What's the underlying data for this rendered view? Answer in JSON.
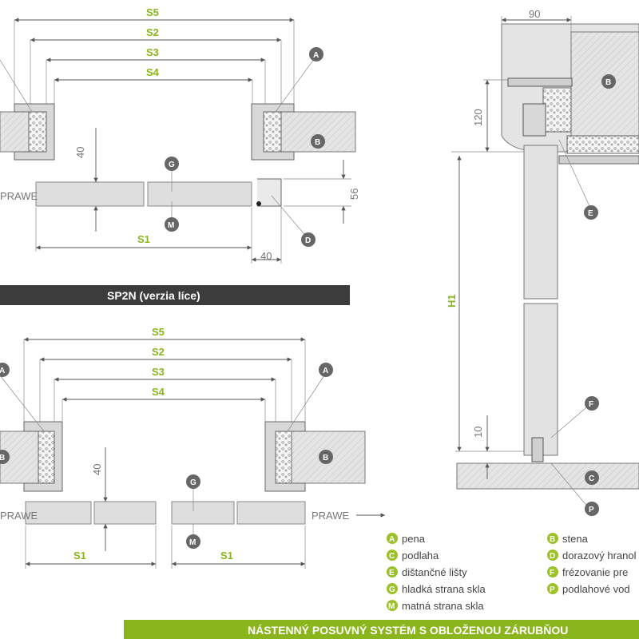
{
  "colors": {
    "accent": "#9cc12b",
    "dark_bar": "#3c3c3c",
    "green_bar": "#8ab51c"
  },
  "top_plan": {
    "dims": [
      "S5",
      "S2",
      "S3",
      "S4",
      "S1"
    ],
    "numbers": {
      "d40": "40",
      "d56": "56",
      "d40b": "40"
    },
    "prawe": "PRAWE"
  },
  "section_bar": "SP2N (verzia líce)",
  "bottom_plan": {
    "dims": [
      "S5",
      "S2",
      "S3",
      "S4",
      "S1",
      "S1"
    ],
    "number_40": "40",
    "prawe_left": "PRAWE",
    "prawe_right": "PRAWE"
  },
  "side_section": {
    "dim_90": "90",
    "dim_120": "120",
    "dim_h1": "H1",
    "dim_10": "10"
  },
  "markers": {
    "A": "A",
    "B": "B",
    "C": "C",
    "D": "D",
    "E": "E",
    "F": "F",
    "G": "G",
    "M": "M",
    "P": "P"
  },
  "legend": [
    {
      "key": "A",
      "text": "pena"
    },
    {
      "key": "B",
      "text": "stena"
    },
    {
      "key": "C",
      "text": "podlaha"
    },
    {
      "key": "D",
      "text": "dorazový hranol"
    },
    {
      "key": "E",
      "text": "dištančné lišty"
    },
    {
      "key": "F",
      "text": "frézovanie pre"
    },
    {
      "key": "G",
      "text": "hladká strana skla"
    },
    {
      "key": "P",
      "text": "podlahové vod"
    },
    {
      "key": "M",
      "text": "matná strana skla"
    }
  ],
  "bottom_bar": "NÁSTENNÝ POSUVNÝ SYSTÉM S OBLOŽENOU ZÁRUBŇOU"
}
